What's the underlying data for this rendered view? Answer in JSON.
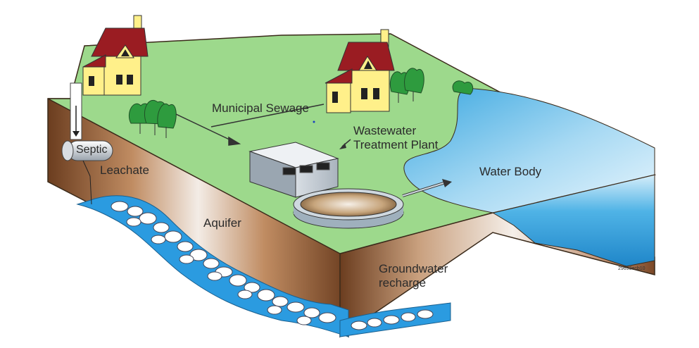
{
  "labels": {
    "septic": "Septic",
    "leachate": "Leachate",
    "municipal_sewage": "Municipal Sewage",
    "wastewater_line1": "Wastewater",
    "wastewater_line2": "Treatment Plant",
    "water_body": "Water Body",
    "aquifer": "Aquifer",
    "groundwater_line1": "Groundwater",
    "groundwater_line2": "recharge",
    "figure_code": "29693ecb10"
  },
  "colors": {
    "grass": "#9dd98c",
    "soil_dark": "#6b3d1f",
    "soil_light": "#f3ece6",
    "water": "#3aa7e0",
    "water_light": "#cfeaf8",
    "roof": "#9a1c22",
    "house_wall": "#fff08a",
    "tree": "#2e9b3e",
    "building": "#b9c3cc"
  }
}
